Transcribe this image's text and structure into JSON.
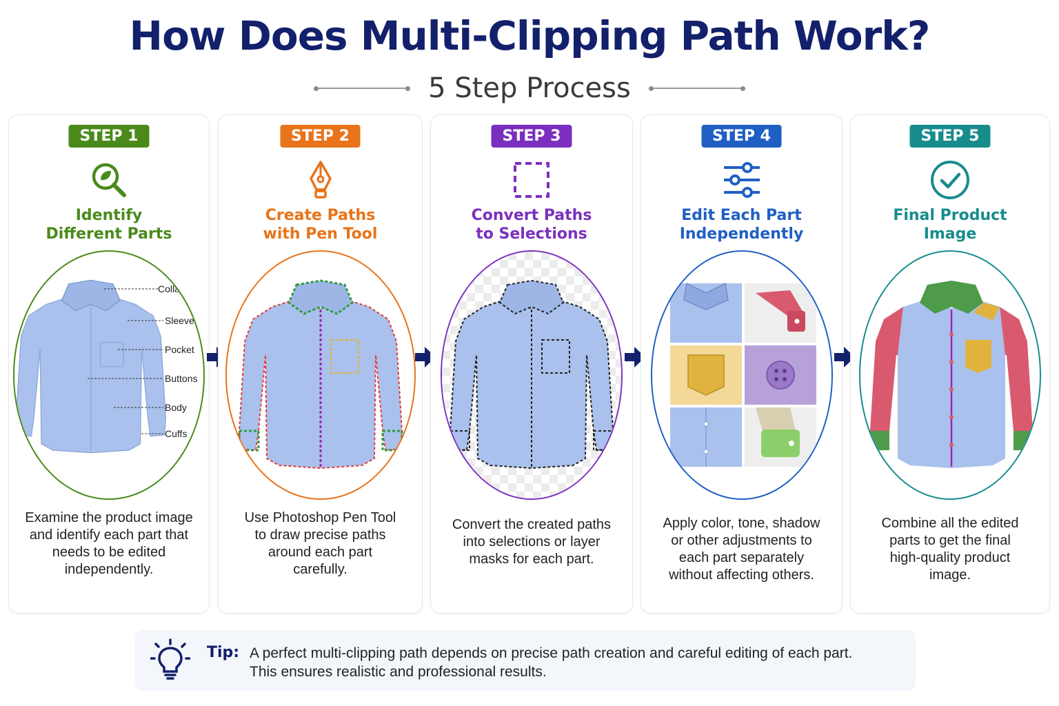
{
  "title": "How Does Multi-Clipping Path Work?",
  "subtitle": "5 Step Process",
  "colors": {
    "title": "#13206b",
    "step1": "#4a8a1a",
    "step2": "#e8731a",
    "step3": "#7b2fbe",
    "step4": "#1f5fc4",
    "step5": "#188c8c",
    "shirt": "#a9c1ec",
    "sleeve_edited": "#d95a6f",
    "collar_edited": "#4e9b4a",
    "pocket_edited": "#e0b33e"
  },
  "steps": [
    {
      "badge": "STEP 1",
      "icon": "magnifier-leaf-icon",
      "heading_line1": "Identify",
      "heading_line2": "Different Parts",
      "callouts": [
        "Collar",
        "Sleeves",
        "Pocket",
        "Buttons",
        "Body",
        "Cuffs"
      ],
      "desc_lines": [
        "Examine the product image",
        "and identify each part that",
        "needs to be edited",
        "independently."
      ]
    },
    {
      "badge": "STEP 2",
      "icon": "pen-tool-icon",
      "heading_line1": "Create Paths",
      "heading_line2": "with Pen Tool",
      "desc_lines": [
        "Use Photoshop Pen Tool",
        "to draw precise paths",
        "around each part",
        "carefully."
      ]
    },
    {
      "badge": "STEP 3",
      "icon": "selection-icon",
      "heading_line1": "Convert Paths",
      "heading_line2": "to Selections",
      "desc_lines": [
        "Convert the created paths",
        "into selections or layer",
        "masks for each part."
      ]
    },
    {
      "badge": "STEP 4",
      "icon": "sliders-icon",
      "heading_line1": "Edit Each Part",
      "heading_line2": "Independently",
      "desc_lines": [
        "Apply color, tone, shadow",
        "or other adjustments to",
        "each part separately",
        "without affecting others."
      ]
    },
    {
      "badge": "STEP 5",
      "icon": "check-circle-icon",
      "heading_line1": "Final Product",
      "heading_line2": "Image",
      "desc_lines": [
        "Combine all the edited",
        "parts to get the final",
        "high-quality product",
        "image."
      ]
    }
  ],
  "tip": {
    "label": "Tip:",
    "line1": "A perfect multi-clipping path depends on precise path creation and careful editing of each part.",
    "line2": "This ensures realistic and professional results."
  }
}
